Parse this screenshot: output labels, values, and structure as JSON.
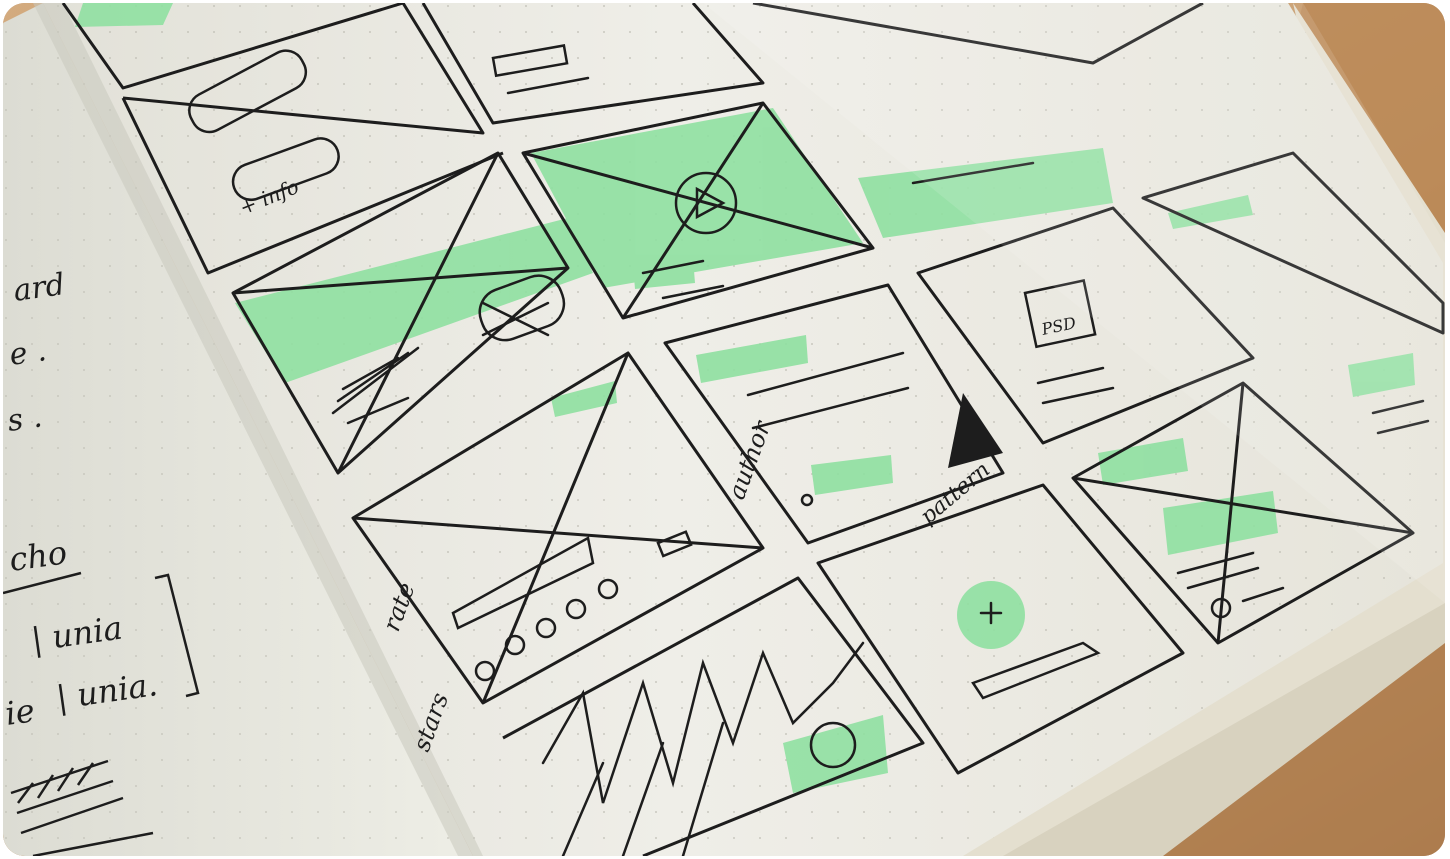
{
  "photo": {
    "subject": "sketchbook-wireframes",
    "colors": {
      "desk": "#c29466",
      "desk_dark": "#9e7048",
      "page_left": "#e9e8df",
      "page_right": "#ecebe4",
      "page_edge": "#d9d4c4",
      "ink": "#1d1d1d",
      "highlight": "#8fe0a1"
    },
    "handwriting": {
      "left_page": [
        "ard",
        "e .",
        "s .",
        "cho",
        "| unia",
        "| unia.",
        "ie"
      ],
      "annotations": [
        "+ info",
        "stars",
        "rate",
        "author",
        "pattern",
        "PSD"
      ]
    }
  }
}
